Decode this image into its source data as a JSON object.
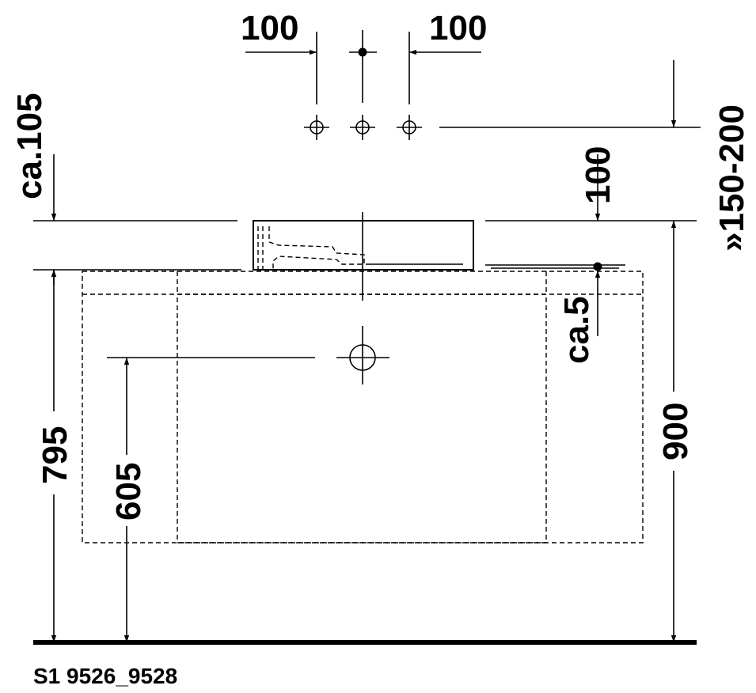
{
  "drawing": {
    "code": "S1 9526_9528",
    "dimensions": {
      "tap_spacing_left": "100",
      "tap_spacing_right": "100",
      "tap_height": "»150-200",
      "basin_height": "ca.105",
      "overflow_offset": "100",
      "counter_overlap": "ca.5",
      "counter_height": "900",
      "drain_height": "605",
      "counter_top": "795"
    }
  }
}
